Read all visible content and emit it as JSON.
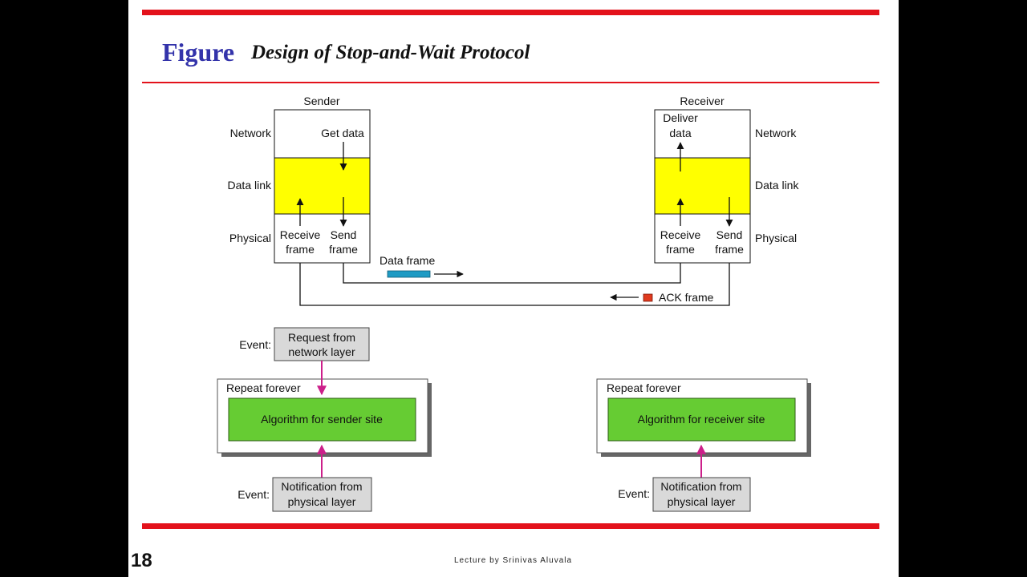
{
  "header": {
    "figure_word": "Figure",
    "title": "Design of Stop-and-Wait Protocol"
  },
  "sender": {
    "title": "Sender",
    "network": "Network",
    "datalink": "Data link",
    "physical": "Physical",
    "get_data": "Get data",
    "receive": "Receive",
    "receive2": "frame",
    "send": "Send",
    "send2": "frame"
  },
  "receiver": {
    "title": "Receiver",
    "deliver": "Deliver",
    "deliver2": "data",
    "network": "Network",
    "datalink": "Data link",
    "physical": "Physical",
    "receive": "Receive",
    "receive2": "frame",
    "send": "Send",
    "send2": "frame"
  },
  "links": {
    "data_frame": "Data frame",
    "ack_frame": "ACK frame"
  },
  "sender_site": {
    "event_label": "Event:",
    "event1a": "Request from",
    "event1b": "network layer",
    "repeat": "Repeat forever",
    "algorithm": "Algorithm for sender site",
    "event2_label": "Event:",
    "event2a": "Notification from",
    "event2b": "physical layer"
  },
  "receiver_site": {
    "repeat": "Repeat forever",
    "algorithm": "Algorithm for receiver site",
    "event_label": "Event:",
    "event_a": "Notification from",
    "event_b": "physical layer"
  },
  "footer": {
    "slide_number": "18",
    "credit": "Lecture  by  Srinivas Aluvala"
  },
  "colors": {
    "accent_red": "#e3121b",
    "datalink_yellow": "#ffff00",
    "algorithm_green": "#66cc33",
    "event_gray": "#d9d9d9",
    "data_frame_blue": "#1f9bc4",
    "ack_frame_red": "#e03a1e",
    "event_arrow": "#cc1f8a"
  }
}
